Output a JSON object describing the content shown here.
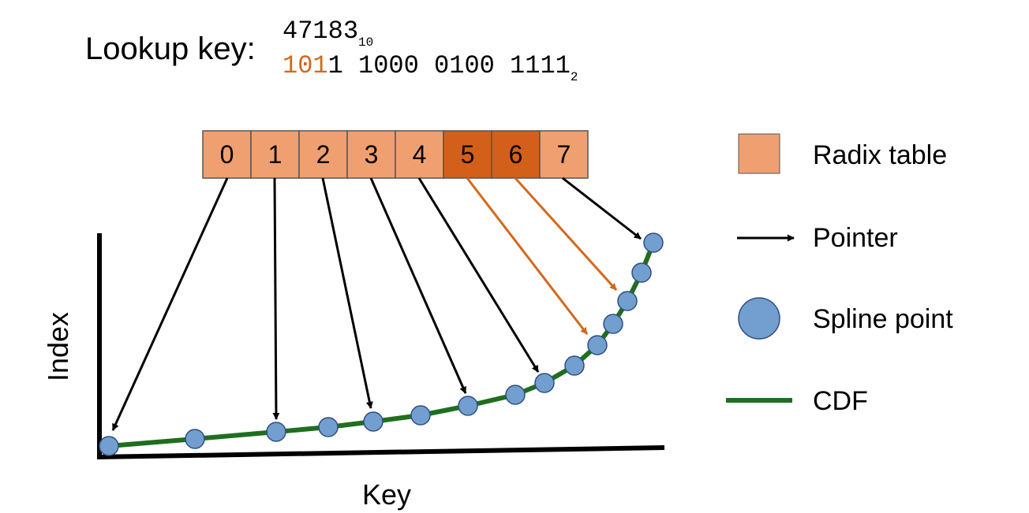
{
  "lookup": {
    "label": "Lookup key:",
    "decimal": "47183",
    "decimal_base": "10",
    "binary_highlight": "101",
    "binary_rest": "1 1000 0100 1111",
    "binary_base": "2"
  },
  "radix_table": {
    "cells": [
      "0",
      "1",
      "2",
      "3",
      "4",
      "5",
      "6",
      "7"
    ],
    "highlighted": [
      5,
      6
    ]
  },
  "axes": {
    "x_label": "Key",
    "y_label": "Index"
  },
  "legend": {
    "radix_table": "Radix table",
    "pointer": "Pointer",
    "spline_point": "Spline point",
    "cdf": "CDF"
  },
  "colors": {
    "cell_fill": "#f0a070",
    "cell_highlight_fill": "#d2601a",
    "highlight_arrow": "#d2691e",
    "point_fill": "#729fcf",
    "cdf_line": "#1f6e1f",
    "highlight_text": "#d2691e"
  }
}
